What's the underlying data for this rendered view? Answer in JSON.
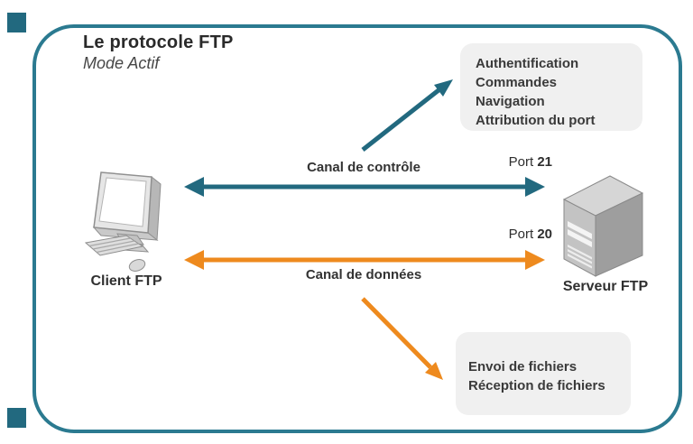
{
  "diagram": {
    "title": "Le protocole FTP",
    "subtitle": "Mode Actif",
    "nodes": {
      "client": {
        "label": "Client FTP"
      },
      "server": {
        "label": "Serveur FTP"
      }
    },
    "channels": {
      "control": {
        "label": "Canal de contrôle",
        "port_word": "Port",
        "port_number": "21"
      },
      "data": {
        "label": "Canal de données",
        "port_word": "Port",
        "port_number": "20"
      }
    },
    "annotations": {
      "control": {
        "lines": [
          "Authentification",
          "Commandes",
          "Navigation",
          "Attribution du port"
        ]
      },
      "data": {
        "lines": [
          "Envoi de fichiers",
          "Réception de fichiers"
        ]
      }
    },
    "colors": {
      "teal": "#22697f",
      "orange": "#ee8a1e",
      "border_teal": "#2b7a90",
      "box_bg": "#f0f0f0",
      "text": "#3a3a3a"
    }
  }
}
